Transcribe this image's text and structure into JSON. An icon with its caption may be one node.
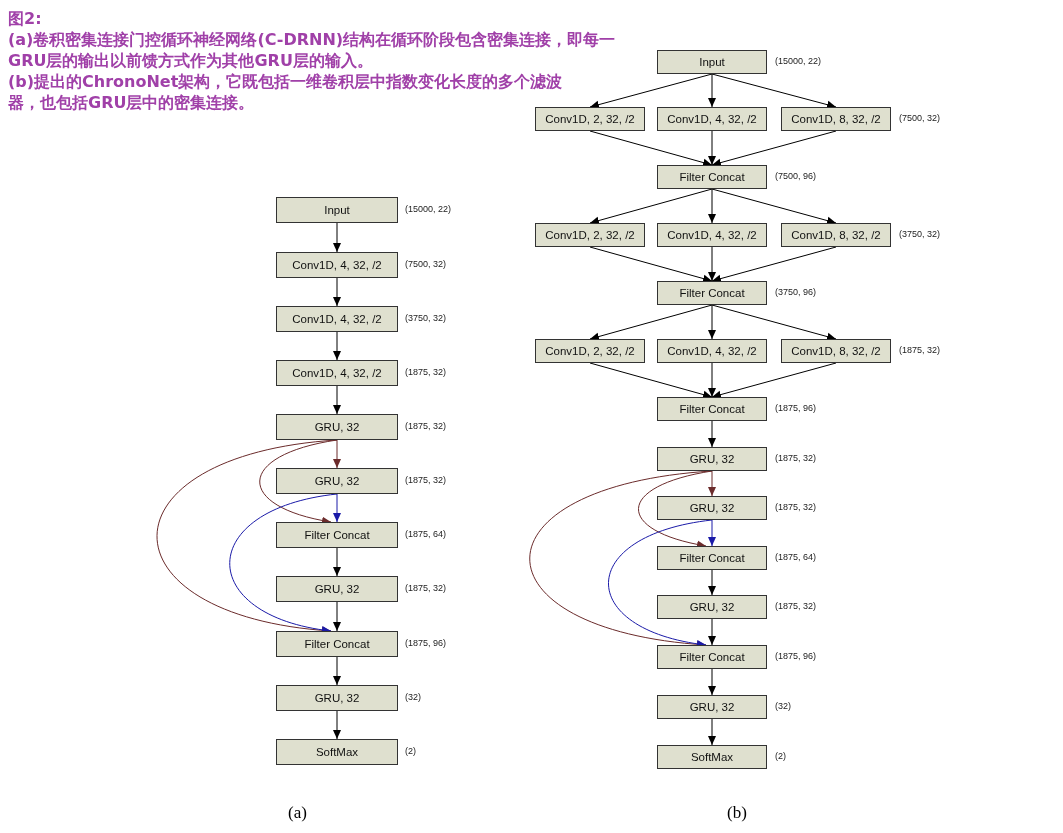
{
  "diagram": {
    "title": "图2:",
    "nodes": [
      {
        "text": [
          "Input"
        ],
        "beside": [
          "(15000, 22)"
        ]
      },
      {
        "text": [
          "Conv1D, 4, 32, /2"
        ],
        "beside": [
          "(7500, 32)"
        ]
      },
      {
        "text": [
          "Conv1D, 4, 32, /2"
        ],
        "beside": [
          "(3750, 32)"
        ]
      },
      {
        "text": [
          "Conv1D, 4, 32, /2"
        ],
        "beside": [
          "(1875, 32)"
        ]
      },
      {
        "text": [
          "GRU, 32"
        ],
        "beside": [
          "(1875, 32)"
        ]
      },
      {
        "text": [
          "GRU, 32"
        ],
        "beside": [
          "(1875, 32)"
        ]
      },
      {
        "text": [
          "Filter Concat"
        ],
        "beside": [
          "(1875, 64)"
        ]
      },
      {
        "text": [
          "GRU, 32"
        ],
        "beside": [
          "(1875, 32)"
        ]
      },
      {
        "text": [
          "Filter Concat"
        ],
        "beside": [
          "(1875, 96)"
        ]
      },
      {
        "text": [
          "GRU, 32"
        ],
        "beside": [
          "(32)"
        ]
      },
      {
        "text": [
          "SoftMax"
        ],
        "beside": [
          "(2)"
        ]
      },
      {
        "text": [
          "Input"
        ],
        "beside": [
          "(15000, 22)"
        ]
      },
      {
        "text": [
          "Conv1D, 2, 32, /2"
        ]
      },
      {
        "text": [
          "Conv1D, 4, 32, /2"
        ]
      },
      {
        "text": [
          "Conv1D, 8, 32, /2"
        ],
        "beside": [
          "(7500, 32)"
        ]
      },
      {
        "text": [
          "Filter Concat"
        ],
        "beside": [
          "(7500, 96)"
        ]
      },
      {
        "text": [
          "Conv1D, 2, 32, /2"
        ]
      },
      {
        "text": [
          "Conv1D, 4, 32, /2"
        ]
      },
      {
        "text": [
          "Conv1D, 8, 32, /2"
        ],
        "beside": [
          "(3750, 32)"
        ]
      },
      {
        "text": [
          "Filter Concat"
        ],
        "beside": [
          "(3750, 96)"
        ]
      },
      {
        "text": [
          "Conv1D, 2, 32, /2"
        ]
      },
      {
        "text": [
          "Conv1D, 4, 32, /2"
        ]
      },
      {
        "text": [
          "Conv1D, 8, 32, /2"
        ],
        "beside": [
          "(1875, 32)"
        ]
      },
      {
        "text": [
          "Filter Concat"
        ],
        "beside": [
          "(1875, 96)"
        ]
      },
      {
        "text": [
          "GRU, 32"
        ],
        "beside": [
          "(1875, 32)"
        ]
      },
      {
        "text": [
          "GRU, 32"
        ],
        "beside": [
          "(1875, 32)"
        ]
      },
      {
        "text": [
          "Filter Concat"
        ],
        "beside": [
          "(1875, 64)"
        ]
      },
      {
        "text": [
          "GRU, 32"
        ],
        "beside": [
          "(1875, 32)"
        ]
      },
      {
        "text": [
          "Filter Concat"
        ],
        "beside": [
          "(1875, 96)"
        ]
      },
      {
        "text": [
          "GRU, 32"
        ],
        "beside": [
          "(32)"
        ]
      },
      {
        "text": [
          "SoftMax"
        ],
        "beside": [
          "(2)"
        ]
      }
    ],
    "edges": [
      {
        "from": 0,
        "to": 1,
        "arrow": "to"
      },
      {
        "from": 1,
        "to": 2,
        "arrow": "to"
      },
      {
        "from": 2,
        "to": 3,
        "arrow": "to"
      },
      {
        "from": 3,
        "to": 4,
        "arrow": "to"
      },
      {
        "from": 4,
        "to": 5,
        "arrow": "to",
        "color": "#6b2b2b"
      },
      {
        "from": 4,
        "to": 6,
        "arrow": "to",
        "color": "#6b2b2b"
      },
      {
        "from": 4,
        "to": 8,
        "arrow": "to",
        "color": "#6b2b2b"
      },
      {
        "from": 5,
        "to": 6,
        "arrow": "to",
        "color": "#1a1aa8"
      },
      {
        "from": 5,
        "to": 8,
        "arrow": "to",
        "color": "#1a1aa8"
      },
      {
        "from": 6,
        "to": 7,
        "arrow": "to"
      },
      {
        "from": 7,
        "to": 8,
        "arrow": "to"
      },
      {
        "from": 8,
        "to": 9,
        "arrow": "to"
      },
      {
        "from": 9,
        "to": 10,
        "arrow": "to"
      },
      {
        "from": 11,
        "to": 12,
        "arrow": "to"
      },
      {
        "from": 11,
        "to": 13,
        "arrow": "to"
      },
      {
        "from": 11,
        "to": 14,
        "arrow": "to"
      },
      {
        "from": 12,
        "to": 15,
        "arrow": "to"
      },
      {
        "from": 13,
        "to": 15,
        "arrow": "to"
      },
      {
        "from": 14,
        "to": 15,
        "arrow": "to"
      },
      {
        "from": 15,
        "to": 16,
        "arrow": "to"
      },
      {
        "from": 15,
        "to": 17,
        "arrow": "to"
      },
      {
        "from": 15,
        "to": 18,
        "arrow": "to"
      },
      {
        "from": 16,
        "to": 19,
        "arrow": "to"
      },
      {
        "from": 17,
        "to": 19,
        "arrow": "to"
      },
      {
        "from": 18,
        "to": 19,
        "arrow": "to"
      },
      {
        "from": 19,
        "to": 20,
        "arrow": "to"
      },
      {
        "from": 19,
        "to": 21,
        "arrow": "to"
      },
      {
        "from": 19,
        "to": 22,
        "arrow": "to"
      },
      {
        "from": 20,
        "to": 23,
        "arrow": "to"
      },
      {
        "from": 21,
        "to": 23,
        "arrow": "to"
      },
      {
        "from": 22,
        "to": 23,
        "arrow": "to"
      },
      {
        "from": 23,
        "to": 24,
        "arrow": "to"
      },
      {
        "from": 24,
        "to": 25,
        "arrow": "to",
        "color": "#6b2b2b"
      },
      {
        "from": 24,
        "to": 26,
        "arrow": "to",
        "color": "#6b2b2b"
      },
      {
        "from": 24,
        "to": 28,
        "arrow": "to",
        "color": "#6b2b2b"
      },
      {
        "from": 25,
        "to": 26,
        "arrow": "to",
        "color": "#1a1aa8"
      },
      {
        "from": 25,
        "to": 28,
        "arrow": "to",
        "color": "#1a1aa8"
      },
      {
        "from": 26,
        "to": 27,
        "arrow": "to"
      },
      {
        "from": 27,
        "to": 28,
        "arrow": "to"
      },
      {
        "from": 28,
        "to": 29,
        "arrow": "to"
      },
      {
        "from": 29,
        "to": 30,
        "arrow": "to"
      }
    ],
    "labels": [
      "(a)卷积密集连接门控循环神经网络(C-DRNN)结构在循环阶段包含密集连接，即每一GRU层的输出以前馈方式作为其他GRU层的输入。",
      "(b)提出的ChronoNet架构，它既包括一维卷积层中指数变化长度的多个滤波器，也包括GRU层中的密集连接。",
      "(a)",
      "(b)"
    ]
  }
}
